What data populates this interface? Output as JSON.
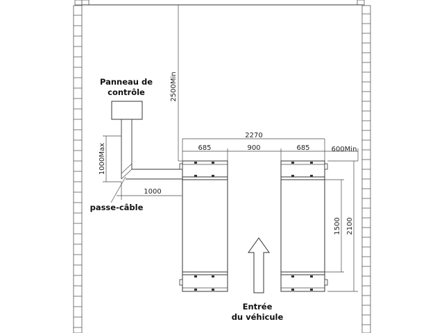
{
  "labels": {
    "control_panel_line1": "Panneau de",
    "control_panel_line2": "contrôle",
    "cable_pass": "passe-câble",
    "entry_line1": "Entrée",
    "entry_line2": "du véhicule"
  },
  "dimensions": {
    "total_width": "2270",
    "runway_width_left": "685",
    "gap": "900",
    "runway_width_right": "685",
    "side_clearance": "600Min",
    "top_clearance": "2500Min",
    "column_height": "1000Max",
    "cable_length": "1000",
    "inner_length": "1500",
    "outer_length": "2100"
  }
}
